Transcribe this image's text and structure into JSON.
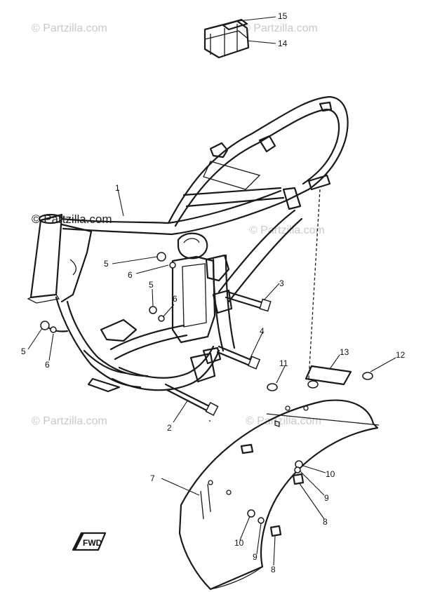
{
  "watermark": "© Partzilla.com",
  "callouts": [
    {
      "id": "c15",
      "label": "15"
    },
    {
      "id": "c14",
      "label": "14"
    },
    {
      "id": "c1",
      "label": "1"
    },
    {
      "id": "c5a",
      "label": "5"
    },
    {
      "id": "c6a",
      "label": "6"
    },
    {
      "id": "c5b",
      "label": "5"
    },
    {
      "id": "c6b",
      "label": "6"
    },
    {
      "id": "c5c",
      "label": "5"
    },
    {
      "id": "c6c",
      "label": "6"
    },
    {
      "id": "c3",
      "label": "3"
    },
    {
      "id": "c4",
      "label": "4"
    },
    {
      "id": "c2",
      "label": "2"
    },
    {
      "id": "c13",
      "label": "13"
    },
    {
      "id": "c12",
      "label": "12"
    },
    {
      "id": "c11",
      "label": "11"
    },
    {
      "id": "c10a",
      "label": "10"
    },
    {
      "id": "c9a",
      "label": "9"
    },
    {
      "id": "c8a",
      "label": "8"
    },
    {
      "id": "c7",
      "label": "7"
    },
    {
      "id": "c10b",
      "label": "10"
    },
    {
      "id": "c9b",
      "label": "9"
    },
    {
      "id": "c8b",
      "label": "8"
    }
  ],
  "fwd_label": "FWD"
}
